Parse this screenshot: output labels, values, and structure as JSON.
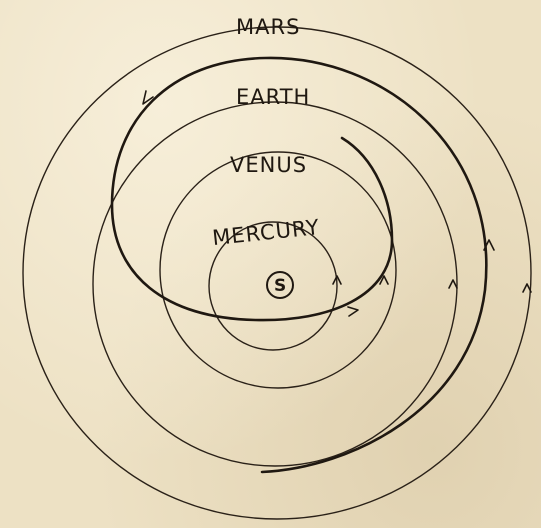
{
  "labels": {
    "mars": "MARS",
    "earth": "EARTH",
    "venus": "VENUS",
    "mercury": "MERCURY",
    "sun": "S"
  },
  "colors": {
    "paper": "#ede1c4",
    "ink": "#1f1811"
  }
}
